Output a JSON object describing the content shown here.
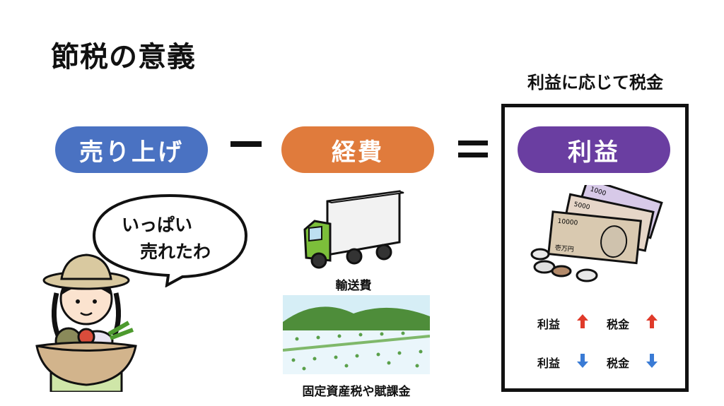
{
  "title": "節税の意義",
  "equation": {
    "sales": "売り上げ",
    "expenses": "経費",
    "profit": "利益"
  },
  "speech_bubble": {
    "line1": "いっぱい",
    "line2": "売れたわ"
  },
  "expense_examples": {
    "truck_caption": "輸送費",
    "land_caption": "固定資産税や賦課金"
  },
  "profit_box": {
    "heading": "利益に応じて税金",
    "row_up": {
      "profit": "利益",
      "tax": "税金"
    },
    "row_down": {
      "profit": "利益",
      "tax": "税金"
    },
    "banknote_labels": [
      "1000",
      "5000",
      "10000",
      "壱万円"
    ]
  },
  "colors": {
    "sales": "#4a72c2",
    "expenses": "#e07b3c",
    "profit": "#6a3ea1",
    "arrow_up": "#e03a2a",
    "arrow_down": "#3a7bd5"
  }
}
